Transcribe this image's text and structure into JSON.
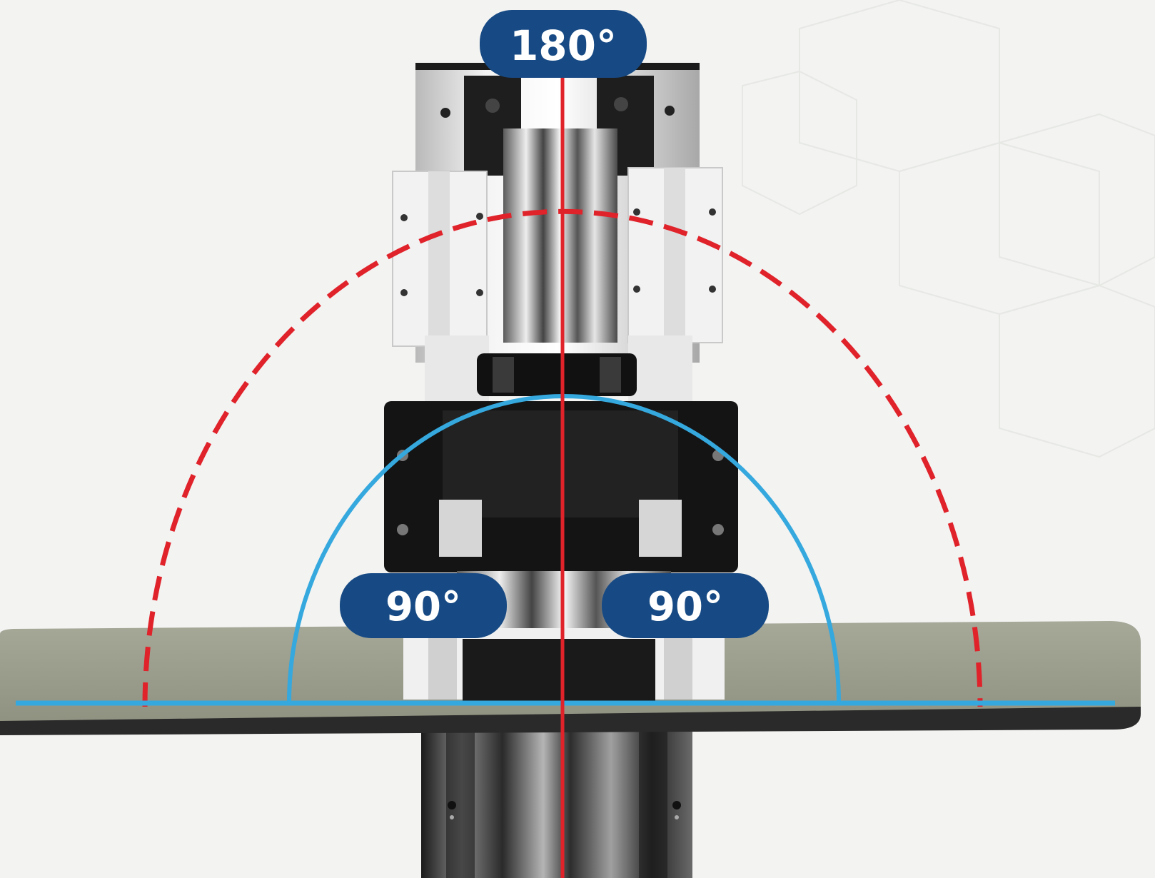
{
  "labels": {
    "top_angle": "180°",
    "left_angle": "90°",
    "right_angle": "90°"
  },
  "colors": {
    "background": "#f3f3f2",
    "pill_fill": "#174a84",
    "pill_text": "#ffffff",
    "center_line": "#e0222a",
    "outer_arc": "#e0222a",
    "inner_arc": "#35a8de",
    "base_line": "#35a8de",
    "plate": "#9a9c8c",
    "plate_edge": "#2a2a2a"
  },
  "icons": {
    "outer_arc": "dashed-semicircle",
    "inner_arc": "solid-semicircle",
    "axis": "vertical-line"
  }
}
